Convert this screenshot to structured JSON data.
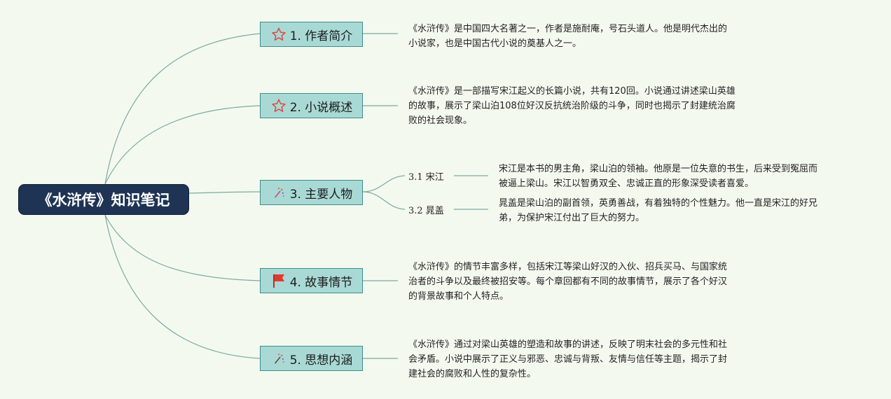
{
  "root": {
    "title": "《水浒传》知识笔记"
  },
  "branches": [
    {
      "label": "1. 作者简介",
      "icon": "star-outline-icon",
      "note": [
        "《水浒传》是中国四大名著之一，作者是施耐庵，号石头道人。他是明代杰出的",
        "小说家，也是中国古代小说的奠基人之一。"
      ]
    },
    {
      "label": "2. 小说概述",
      "icon": "star-outline-icon",
      "note": [
        "《水浒传》是一部描写宋江起义的长篇小说，共有120回。小说通过讲述梁山英雄",
        "的故事，展示了梁山泊108位好汉反抗统治阶级的斗争，同时也揭示了封建统治腐",
        "败的社会现象。"
      ]
    },
    {
      "label": "3. 主要人物",
      "icon": "sparkle-icon",
      "children": [
        {
          "label": "3.1 宋江",
          "note": [
            "宋江是本书的男主角，梁山泊的领袖。他原是一位失意的书生，后来受到冤屈而",
            "被逼上梁山。宋江以智勇双全、忠诚正直的形象深受读者喜爱。"
          ]
        },
        {
          "label": "3.2 晁盖",
          "note": [
            "晁盖是梁山泊的副首领，英勇善战，有着独特的个性魅力。他一直是宋江的好兄",
            "弟，为保护宋江付出了巨大的努力。"
          ]
        }
      ]
    },
    {
      "label": "4. 故事情节",
      "icon": "red-flag-icon",
      "note": [
        "《水浒传》的情节丰富多样，包括宋江等梁山好汉的入伙、招兵买马、与国家统",
        "治者的斗争以及最终被招安等。每个章回都有不同的故事情节，展示了各个好汉",
        "的背景故事和个人特点。"
      ]
    },
    {
      "label": "5. 思想内涵",
      "icon": "sparkle-icon",
      "note": [
        "《水浒传》通过对梁山英雄的塑造和故事的讲述，反映了明末社会的多元性和社",
        "会矛盾。小说中展示了正义与邪恶、忠诚与背叛、友情与信任等主题，揭示了封",
        "建社会的腐败和人性的复杂性。"
      ]
    }
  ],
  "colors": {
    "root_bg": "#1f3454",
    "branch_bg": "#a8d9d5",
    "branch_border": "#3f8e86",
    "connector": "#6fa99f",
    "star": "#e0453f",
    "flag": "#e03a2e"
  }
}
